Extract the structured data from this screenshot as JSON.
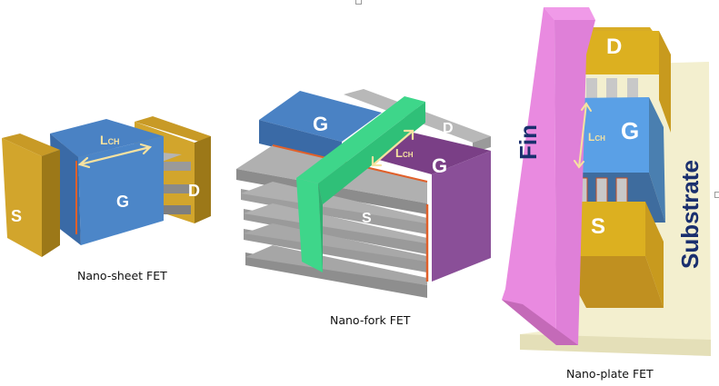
{
  "figure": {
    "colors": {
      "gate_blue": "#4a7fc0",
      "gate_blue_light": "#5aa0e6",
      "gate_purple": "#7a3f86",
      "contact_gold": "#d4a82a",
      "contact_gold_dark": "#b48a1e",
      "sheet_gray": "#a8a8a8",
      "oxide_orange": "#e0602a",
      "fork_wall_green": "#3ed68a",
      "fin_pink": "#e98ae0",
      "substrate_cream": "#f3efcf",
      "lch_arrow": "#f6e2a0",
      "substrate_text": "#1a2f6e"
    },
    "panels": [
      {
        "id": "nanosheet",
        "caption": "Nano-sheet FET",
        "labels": {
          "source": "S",
          "drain": "D",
          "gate": "G",
          "channel_length": "L",
          "channel_length_sub": "CH"
        }
      },
      {
        "id": "nanofork",
        "caption": "Nano-fork FET",
        "labels": {
          "source": "S",
          "drain": "D",
          "gate_left": "G",
          "gate_right": "G",
          "channel_length": "L",
          "channel_length_sub": "CH"
        }
      },
      {
        "id": "nanoplate",
        "caption": "Nano-plate FET",
        "labels": {
          "source": "S",
          "drain": "D",
          "gate": "G",
          "fin": "Fin",
          "substrate": "Substrate",
          "channel_length": "L",
          "channel_length_sub": "CH"
        }
      }
    ]
  }
}
